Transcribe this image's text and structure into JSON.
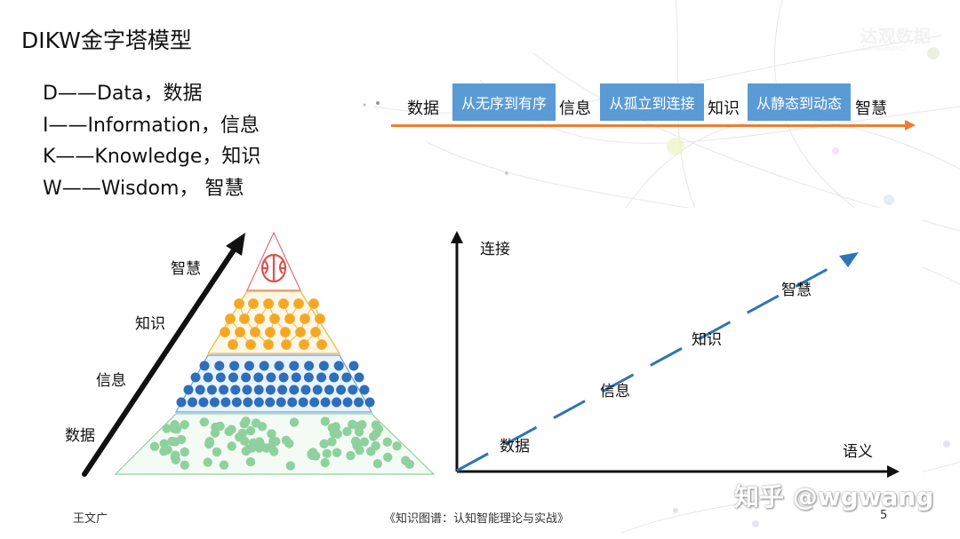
{
  "title": "DIKW金字塔模型",
  "brand": {
    "name": "达观数据",
    "sub": "DATAGRAND"
  },
  "definitions": [
    "D——Data，数据",
    "I——Information，信息",
    "K——Knowledge，知识",
    "W——Wisdom， 智慧"
  ],
  "flow": {
    "labels": [
      "数据",
      "信息",
      "知识",
      "智慧"
    ],
    "boxes": [
      "从无序到有序",
      "从孤立到连接",
      "从静态到动态"
    ]
  },
  "pyramid": {
    "levels": [
      "智慧",
      "知识",
      "信息",
      "数据"
    ]
  },
  "chart": {
    "y_axis_label": "连接",
    "x_axis_label": "语义",
    "points": [
      "数据",
      "信息",
      "知识",
      "智慧"
    ]
  },
  "footer": {
    "author": "王文广",
    "book": "《知识图谱：认知智能理论与实战》",
    "page": "5"
  },
  "watermark": "知乎 @wgwang",
  "colors": {
    "accent_orange": "#ed7d31",
    "box_blue": "#5b9bd5",
    "dot_blue": "#2e6fba",
    "dot_orange": "#f5a623",
    "dot_green": "#8fd19e",
    "brain_red": "#d9534f",
    "chart_line": "#2e75b6"
  }
}
